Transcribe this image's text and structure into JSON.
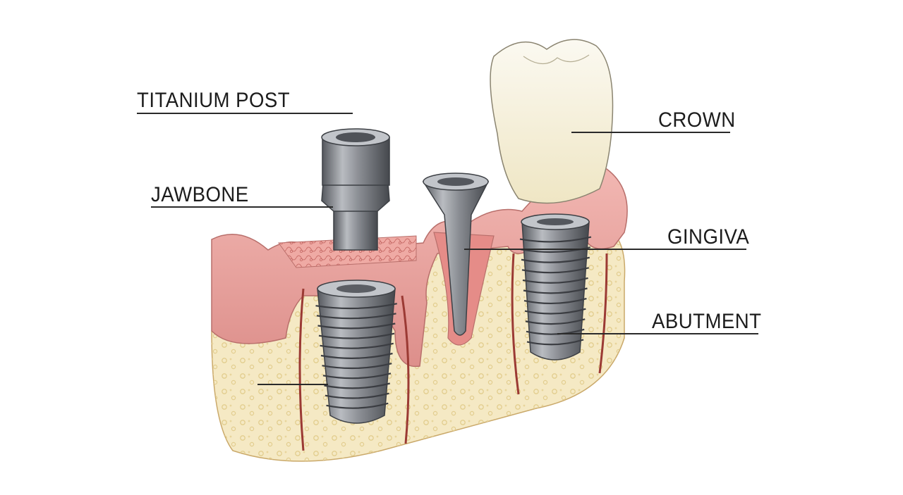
{
  "diagram": {
    "labels": {
      "titanium_post": "TITANIUM POST",
      "jawbone": "JAWBONE",
      "crown": "CROWN",
      "gingiva": "GINGIVA",
      "abutment": "ABUTMENT"
    },
    "colors": {
      "gum": "#e9a3a0",
      "gum_dark": "#c97774",
      "bone": "#f5e9c4",
      "bone_spot": "#e6d39a",
      "metal": "#8d9096",
      "metal_dark": "#4d5056",
      "crown": "#f7f2e0",
      "root_canal": "#9b3a34",
      "text": "#1c1c1c"
    },
    "icons": [
      "implant-screw-icon",
      "abutment-post-icon",
      "crown-tooth-icon"
    ]
  }
}
